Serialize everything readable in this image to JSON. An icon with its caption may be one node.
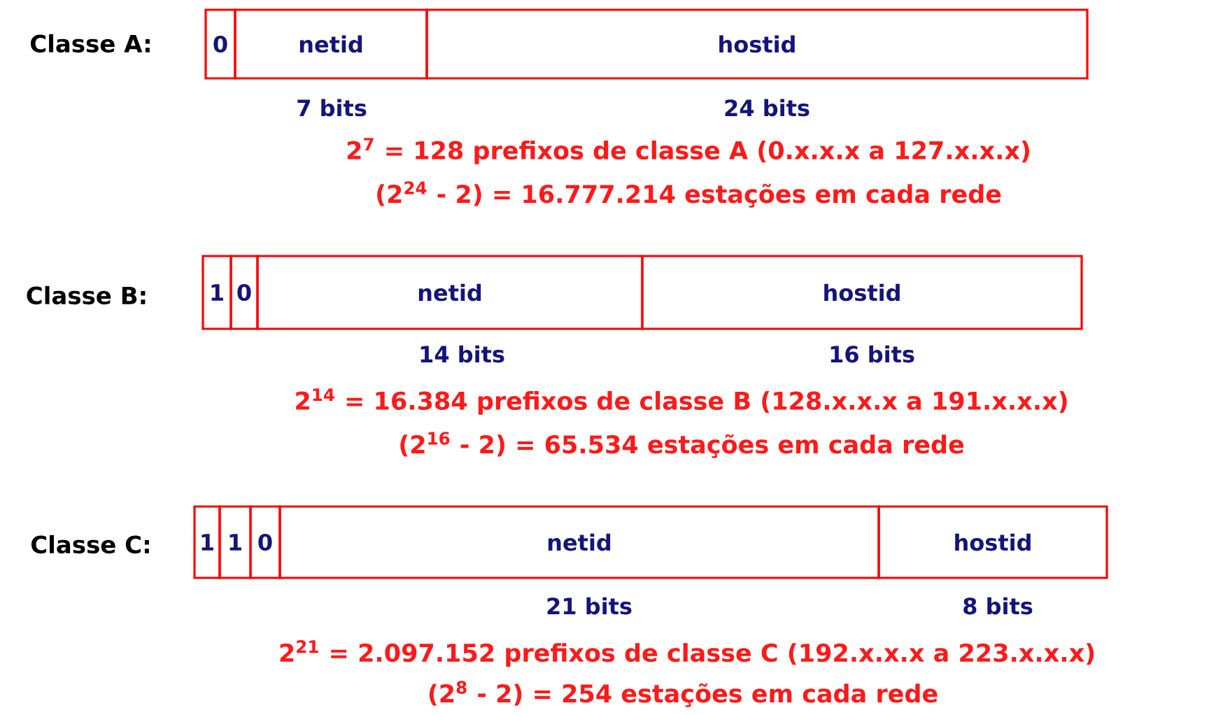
{
  "diagram": {
    "nodes": [
      {
        "text": [
          "0"
        ]
      },
      {
        "text": [
          "netid"
        ]
      },
      {
        "text": [
          "hostid"
        ]
      },
      {
        "text": [
          "1"
        ]
      },
      {
        "text": [
          "0"
        ]
      },
      {
        "text": [
          "netid"
        ]
      },
      {
        "text": [
          "hostid"
        ]
      },
      {
        "text": [
          "1"
        ]
      },
      {
        "text": [
          "1"
        ]
      },
      {
        "text": [
          "0"
        ]
      },
      {
        "text": [
          "netid"
        ]
      },
      {
        "text": [
          "hostid"
        ]
      }
    ],
    "labels": [
      "Classe A:",
      "7 bits",
      "24 bits",
      "2$^{7}$ = 128 prefixos de classe A (0.x.x.x a 127.x.x.x)",
      "(2$^{24}$ - 2) = 16.777.214 estações em cada rede",
      "Classe B:",
      "14 bits",
      "16 bits",
      "2$^{14}$ = 16.384 prefixos de classe B (128.x.x.x a 191.x.x.x)",
      "(2$^{16}$ - 2) = 65.534 estações em cada rede",
      "Classe C:",
      "21 bits",
      "8 bits",
      "2$^{21}$ = 2.097.152 prefixos de classe C (192.x.x.x a 223.x.x.x)",
      "(2$^{8}$ - 2) = 254 estações em cada rede"
    ]
  }
}
